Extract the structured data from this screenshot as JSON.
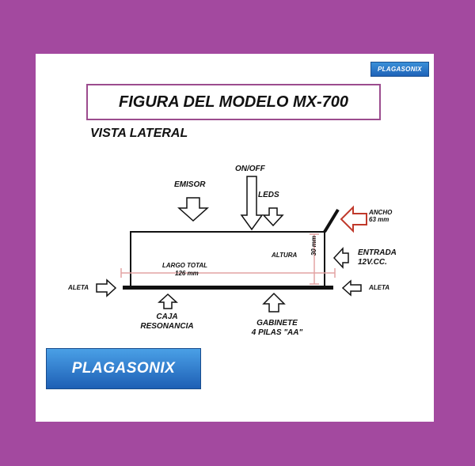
{
  "badges": {
    "small": "PLAGASONIX",
    "large": "PLAGASONIX"
  },
  "title": "FIGURA DEL MODELO MX-700",
  "subtitle": "VISTA LATERAL",
  "labels": {
    "on_off": "ON/OFF",
    "emisor": "EMISOR",
    "leds": "LEDS",
    "ancho": "ANCHO",
    "ancho_value": "63 mm",
    "altura": "ALTURA",
    "altura_value": "30",
    "altura_unit": "mm",
    "largo_total": "LARGO TOTAL",
    "largo_value": "126 mm",
    "entrada": "ENTRADA",
    "entrada_value": "12V.CC.",
    "aleta_left": "ALETA",
    "aleta_right": "ALETA",
    "caja_1": "CAJA",
    "caja_2": "RESONANCIA",
    "gabinete_1": "GABINETE",
    "gabinete_2": "4 PILAS \"AA\""
  },
  "colors": {
    "background": "#a3499f",
    "title_border": "#9c4c8e",
    "dimension_line": "#e2a3a3",
    "ancho_arrow": "#c0392b",
    "badge_blue": "#1f63b8"
  }
}
